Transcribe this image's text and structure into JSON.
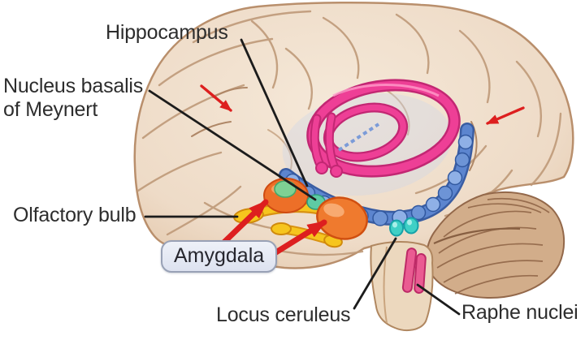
{
  "figure": {
    "kind": "brain-limbic-system-illustration",
    "view": "lateral"
  },
  "labels": {
    "hippocampus": "Hippocampus",
    "nucleus_basalis_line1": "Nucleus basalis",
    "nucleus_basalis_line2": "of Meynert",
    "olfactory_bulb": "Olfactory bulb",
    "amygdala": "Amygdala",
    "locus_ceruleus": "Locus ceruleus",
    "raphe_nuclei": "Raphe nuclei"
  },
  "colors": {
    "background": "#ffffff",
    "brain_fill": "#eedbc7",
    "brain_outline": "#b98f6c",
    "gyri_line": "#bf9a79",
    "cerebellum_fill": "#d2ad8a",
    "cerebellum_stripe": "#8d6244",
    "brainstem_fill": "#ecd8be",
    "fornix_ring_pink": "#ee3f96",
    "fornix_ring_edge": "#c22773",
    "hippocampus_blue": "#5c85cf",
    "hippocampus_blue_dark": "#2f55a0",
    "amygdala_orange": "#ed6f28",
    "amygdala_orange_large": "#ef7a2e",
    "nucleus_green": "#7ed194",
    "nucleus_green_2": "#5ecba4",
    "locus_ceruleus_teal": "#3fd0c6",
    "raphe_pink": "#ea5b92",
    "olfactory_yellow": "#f6c51e",
    "olfactory_yellow_dark": "#d99212",
    "arrow_red": "#dd1f1f",
    "leader_line": "#1c1c1c",
    "label_text": "#2d2d2d",
    "amygdala_box_fill": "#e4e8f4",
    "amygdala_box_border": "#98a1b6"
  }
}
